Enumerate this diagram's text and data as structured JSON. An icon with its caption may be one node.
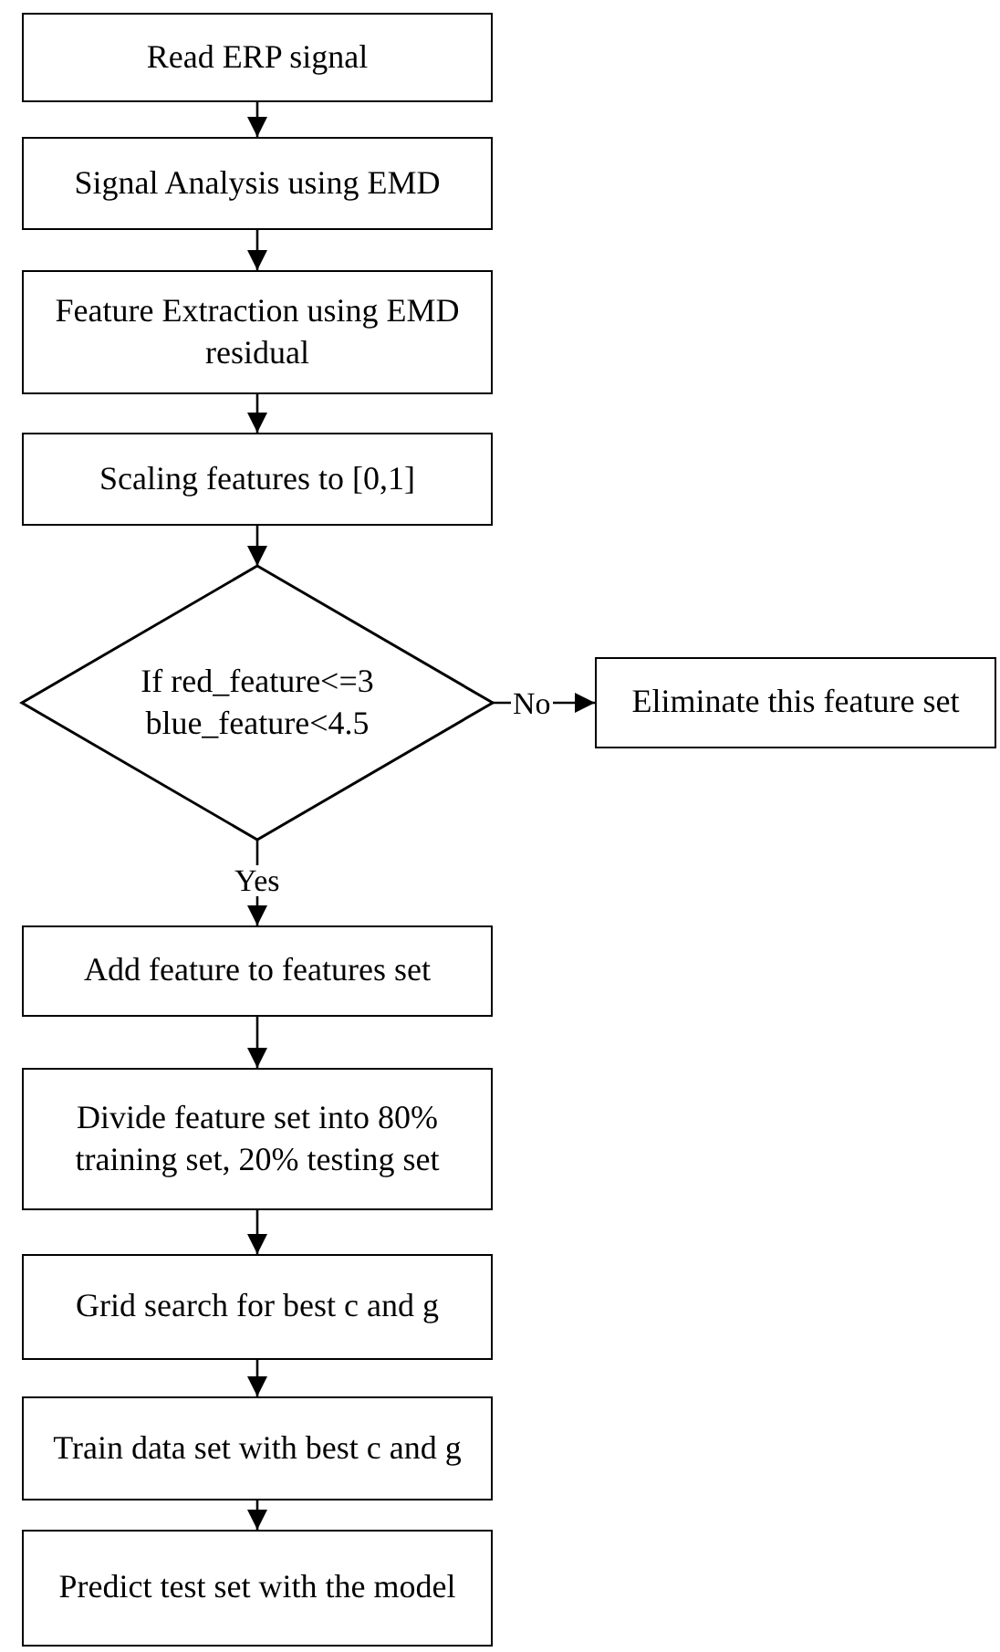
{
  "diagram": {
    "nodes": [
      {
        "text": [
          "Read ERP signal"
        ]
      },
      {
        "text": [
          "Signal Analysis using EMD"
        ]
      },
      {
        "text": [
          "Feature Extraction using EMD residual"
        ]
      },
      {
        "text": [
          "Scaling features to [0,1]"
        ]
      },
      {
        "text": [
          "If red_feature<=3 blue_feature<4.5"
        ]
      },
      {
        "text": [
          "Eliminate this feature set"
        ]
      },
      {
        "text": [
          "Add feature to features set"
        ]
      },
      {
        "text": [
          "Divide feature set into 80% training set, 20% testing set"
        ]
      },
      {
        "text": [
          "Grid search for best c and g"
        ]
      },
      {
        "text": [
          "Train data set with best c and g"
        ]
      },
      {
        "text": [
          "Predict test set with the model"
        ]
      }
    ],
    "edges": [
      {
        "from": 0,
        "to": 1,
        "arrow": "to"
      },
      {
        "from": 1,
        "to": 2,
        "arrow": "to"
      },
      {
        "from": 2,
        "to": 3,
        "arrow": "to"
      },
      {
        "from": 3,
        "to": 4,
        "arrow": "to"
      },
      {
        "from": 4,
        "to": 5,
        "arrow": "to",
        "label": "No"
      },
      {
        "from": 4,
        "to": 6,
        "arrow": "to",
        "label": "Yes"
      },
      {
        "from": 6,
        "to": 7,
        "arrow": "to"
      },
      {
        "from": 7,
        "to": 8,
        "arrow": "to"
      },
      {
        "from": 8,
        "to": 9,
        "arrow": "to"
      },
      {
        "from": 9,
        "to": 10,
        "arrow": "to"
      }
    ]
  }
}
